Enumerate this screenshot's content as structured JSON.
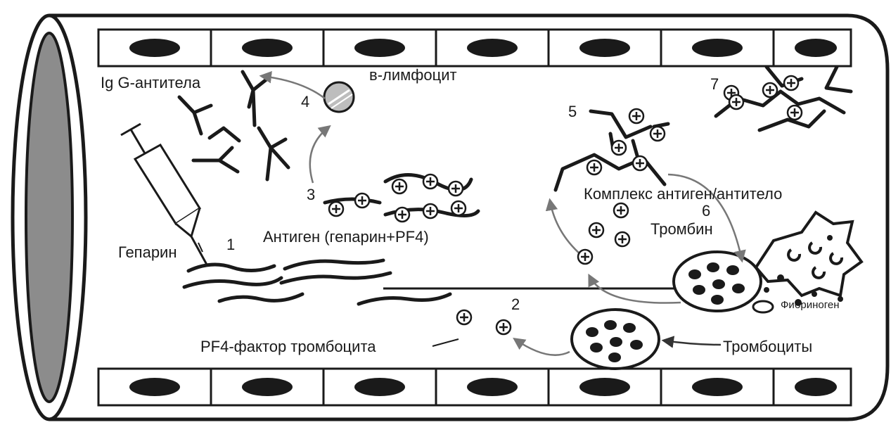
{
  "labels": {
    "igg_antibodies": "Ig G-антитела",
    "b_lymphocyte": "в-лимфоцит",
    "heparin": "Гепарин",
    "antigen": "Антиген (гепарин+PF4)",
    "pf4_factor": "PF4-фактор тромбоцита",
    "complex": "Комплекс антиген/антитело",
    "thrombin": "Тромбин",
    "fibrinogen": "Фибриноген",
    "platelets": "Тромбоциты"
  },
  "steps": {
    "s1": "1",
    "s2": "2",
    "s3": "3",
    "s4": "4",
    "s5": "5",
    "s6": "6",
    "s7": "7"
  },
  "colors": {
    "ink": "#1a1a1a",
    "vessel_inner": "#8c8c8c",
    "arrow": "#777777"
  }
}
